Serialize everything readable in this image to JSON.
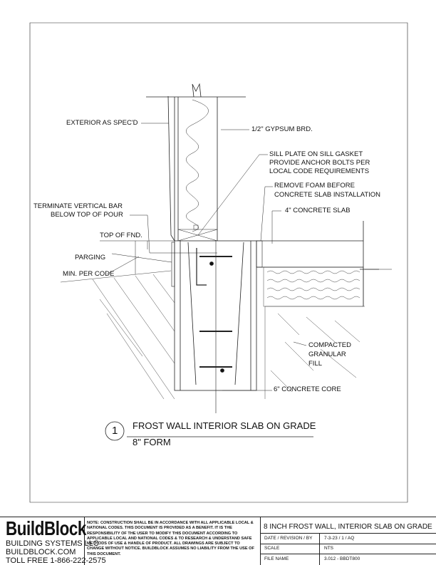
{
  "labels": {
    "exterior": "EXTERIOR AS SPEC'D",
    "gypsum": "1/2\" GYPSUM BRD.",
    "sill1": "SILL PLATE ON SILL GASKET",
    "sill2": "PROVIDE ANCHOR BOLTS PER",
    "sill3": "LOCAL CODE REQUIREMENTS",
    "foam1": "REMOVE FOAM BEFORE",
    "foam2": "CONCRETE SLAB INSTALLATION",
    "slab": "4\" CONCRETE SLAB",
    "term1": "TERMINATE VERTICAL BAR",
    "term2": "BELOW TOP OF POUR",
    "topfnd": "TOP OF FND.",
    "parging": "PARGING",
    "mincode": "MIN. PER CODE",
    "fill1": "COMPACTED",
    "fill2": "GRANULAR",
    "fill3": "FILL",
    "core": "6\" CONCRETE CORE"
  },
  "detail": {
    "number": "1",
    "title": "FROST WALL INTERIOR SLAB ON GRADE",
    "subtitle": "8\" FORM"
  },
  "title_block": {
    "logo": "BuildBlock",
    "company": "BUILDING SYSTEMS LLC",
    "website": "BUILDBLOCK.COM",
    "phone": "TOLL FREE 1-866-222-2575",
    "note": "NOTE: CONSTRUCTION SHALL BE IN ACCORDANCE WITH ALL APPLICABLE LOCAL & NATIONAL CODES. THIS DOCUMENT IS PROVIDED AS A BENEFIT. IT IS THE RESPONSIBILITY OF THE USER TO MODIFY THIS DOCUMENT ACCORDING TO APPLICABLE LOCAL AND NATIONAL CODES & TO RESEARCH & UNDERSTAND SAFE METHODS OF USE & HANDLE OF PRODUCT. ALL DRAWINGS ARE SUBJECT TO CHANGE WITHOUT NOTICE. BUILDBLOCK ASSUMES NO LIABILITY FROM THE USE OF THIS DOCUMENT.",
    "drawing_title": "8 INCH FROST WALL, INTERIOR SLAB ON GRADE",
    "date_label": "DATE / REVISION / BY",
    "date_value": "7-3-23 / 1 / AQ",
    "scale_label": "SCALE",
    "scale_value": "NTS",
    "file_label": "FILE NAME",
    "file_value": "3.012 - BBDT800"
  }
}
